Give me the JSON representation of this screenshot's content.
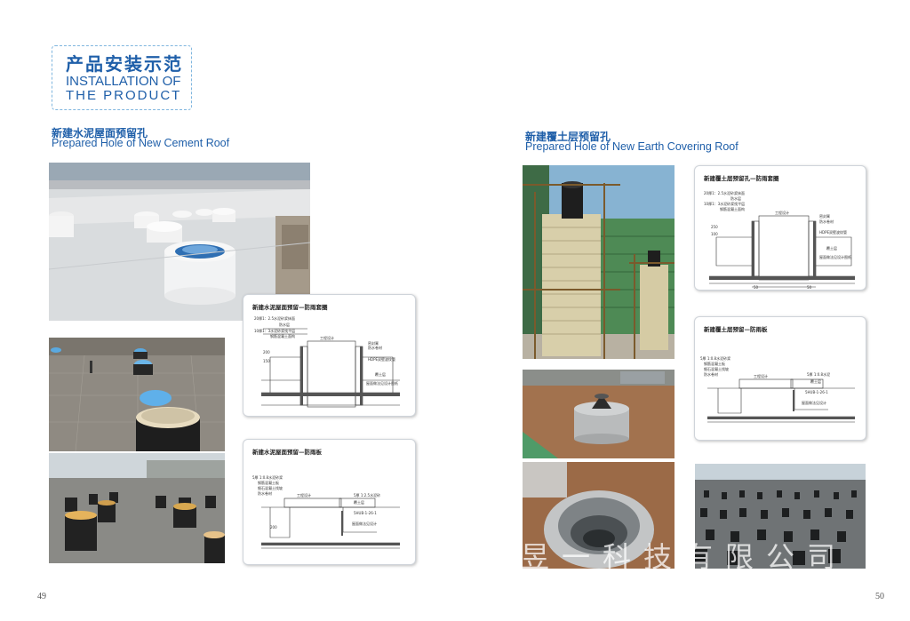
{
  "header": {
    "title_cn": "产品安装示范",
    "title_en_line1": "INSTALLATION OF",
    "title_en_line2": "THE   PRODUCT"
  },
  "left_section": {
    "title_cn": "新建水泥屋面预留孔",
    "title_en": "Prepared Hole of New Cement Roof",
    "panel1_title": "新建水泥屋面预留—防雨套圈",
    "panel2_title": "新建水泥屋面预留—防雨板"
  },
  "right_section": {
    "title_cn": "新建覆土层预留孔",
    "title_en": "Prepared Hole of New Earth Covering Roof",
    "panel1_title": "新建覆土层预留孔—防雨套圈",
    "panel2_title": "新建覆土层预留—防雨板"
  },
  "page_numbers": {
    "left": "49",
    "right": "50"
  },
  "watermark": "昱一科技有限公司"
}
